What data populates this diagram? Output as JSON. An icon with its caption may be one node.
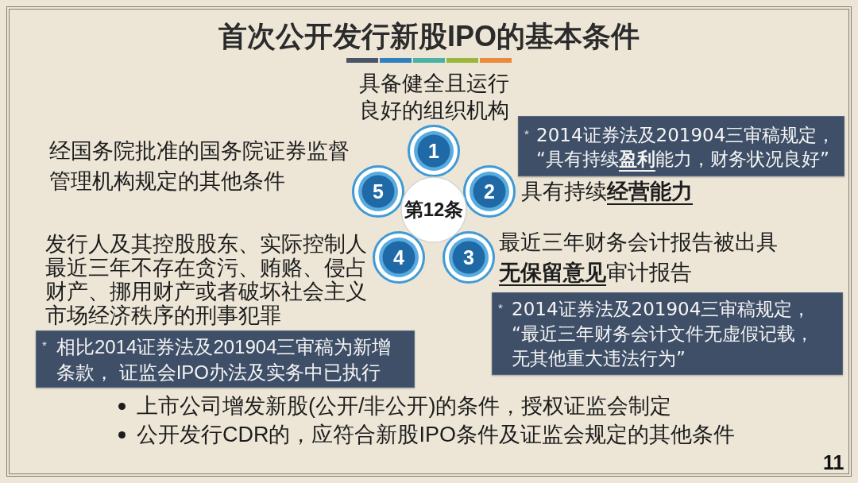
{
  "diagram": {
    "title": "首次公开发行新股IPO的基本条件",
    "nodes": [
      {
        "text": [
          "第12条"
        ]
      },
      {
        "text": [
          "1"
        ],
        "beside": [
          "具备健全且运行良好的组织机构"
        ]
      },
      {
        "text": [
          "2"
        ],
        "beside": [
          "具有持续**经营能力**"
        ]
      },
      {
        "text": [
          "3"
        ],
        "beside": [
          "最近三年财务会计报告被出具**无保留意见**审计报告"
        ]
      },
      {
        "text": [
          "4"
        ],
        "beside": [
          "发行人及其控股股东、实际控制人最近三年不存在贪污、贿赂、侵占财产、挪用财产或者破坏社会主义市场经济秩序的刑事犯罪"
        ]
      },
      {
        "text": [
          "5"
        ],
        "beside": [
          "经国务院批准的国务院证券监督管理机构规定的其他条件"
        ]
      },
      {
        "text": [
          "*",
          "2014证券法及201904三审稿规定，“具有持续**盈利**能力，财务状况良好”"
        ]
      },
      {
        "text": [
          "*",
          "2014证券法及201904三审稿规定，“最近三年财务会计文件无虚假记载，无其他重大违法行为”"
        ]
      },
      {
        "text": [
          "*",
          "相比2014证券法及201904三审稿为新增条款， 证监会IPO办法及实务中已执行"
        ]
      }
    ],
    "labels": [
      "上市公司增发新股(公开/非公开)的条件，授权证监会制定",
      "公开发行CDR的，应符合新股IPO条件及证监会规定的其他条件",
      "11"
    ]
  }
}
